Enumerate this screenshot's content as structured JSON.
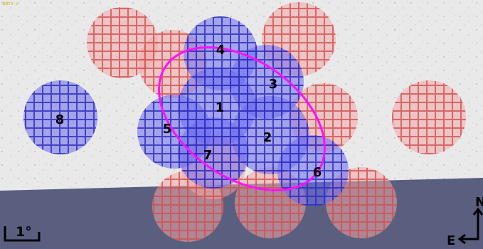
{
  "corner_label": "89th-c",
  "fields": [
    {
      "label": "1",
      "color": "blue"
    },
    {
      "label": "2",
      "color": "blue"
    },
    {
      "label": "3",
      "color": "blue"
    },
    {
      "label": "4",
      "color": "blue"
    },
    {
      "label": "5",
      "color": "blue"
    },
    {
      "label": "6",
      "color": "blue"
    },
    {
      "label": "7",
      "color": "blue"
    },
    {
      "label": "8",
      "color": "blue"
    }
  ],
  "scale_bar": {
    "label": "1°"
  },
  "compass": {
    "north": "N",
    "east": "E"
  },
  "colors": {
    "blue_fill": "#5a5af0",
    "blue_edge": "#3030c0",
    "red_fill": "#f4a6a6",
    "red_edge": "#d05050",
    "ellipse": "#ff10ff",
    "lower_band": "#5a5f80"
  }
}
